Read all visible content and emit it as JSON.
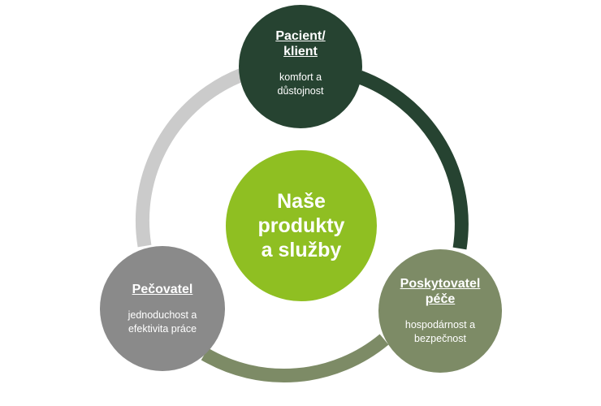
{
  "colors": {
    "dark_green": "#264331",
    "olive": "#7d8b66",
    "gray": "#8a8a8a",
    "light_gray": "#cbcbcb",
    "lime": "#8fbf22"
  },
  "center": {
    "label": "Naše\nprodukty\na služby"
  },
  "nodes": {
    "patient": {
      "title": "Pacient/\nklient",
      "desc": "komfort a\ndůstojnost"
    },
    "provider": {
      "title": "Poskytovatel\npéče",
      "desc": "hospodárnost a\nbezpečnost"
    },
    "caregiver": {
      "title": "Pečovatel",
      "desc": "jednoduchost a\nefektivita práce"
    }
  }
}
